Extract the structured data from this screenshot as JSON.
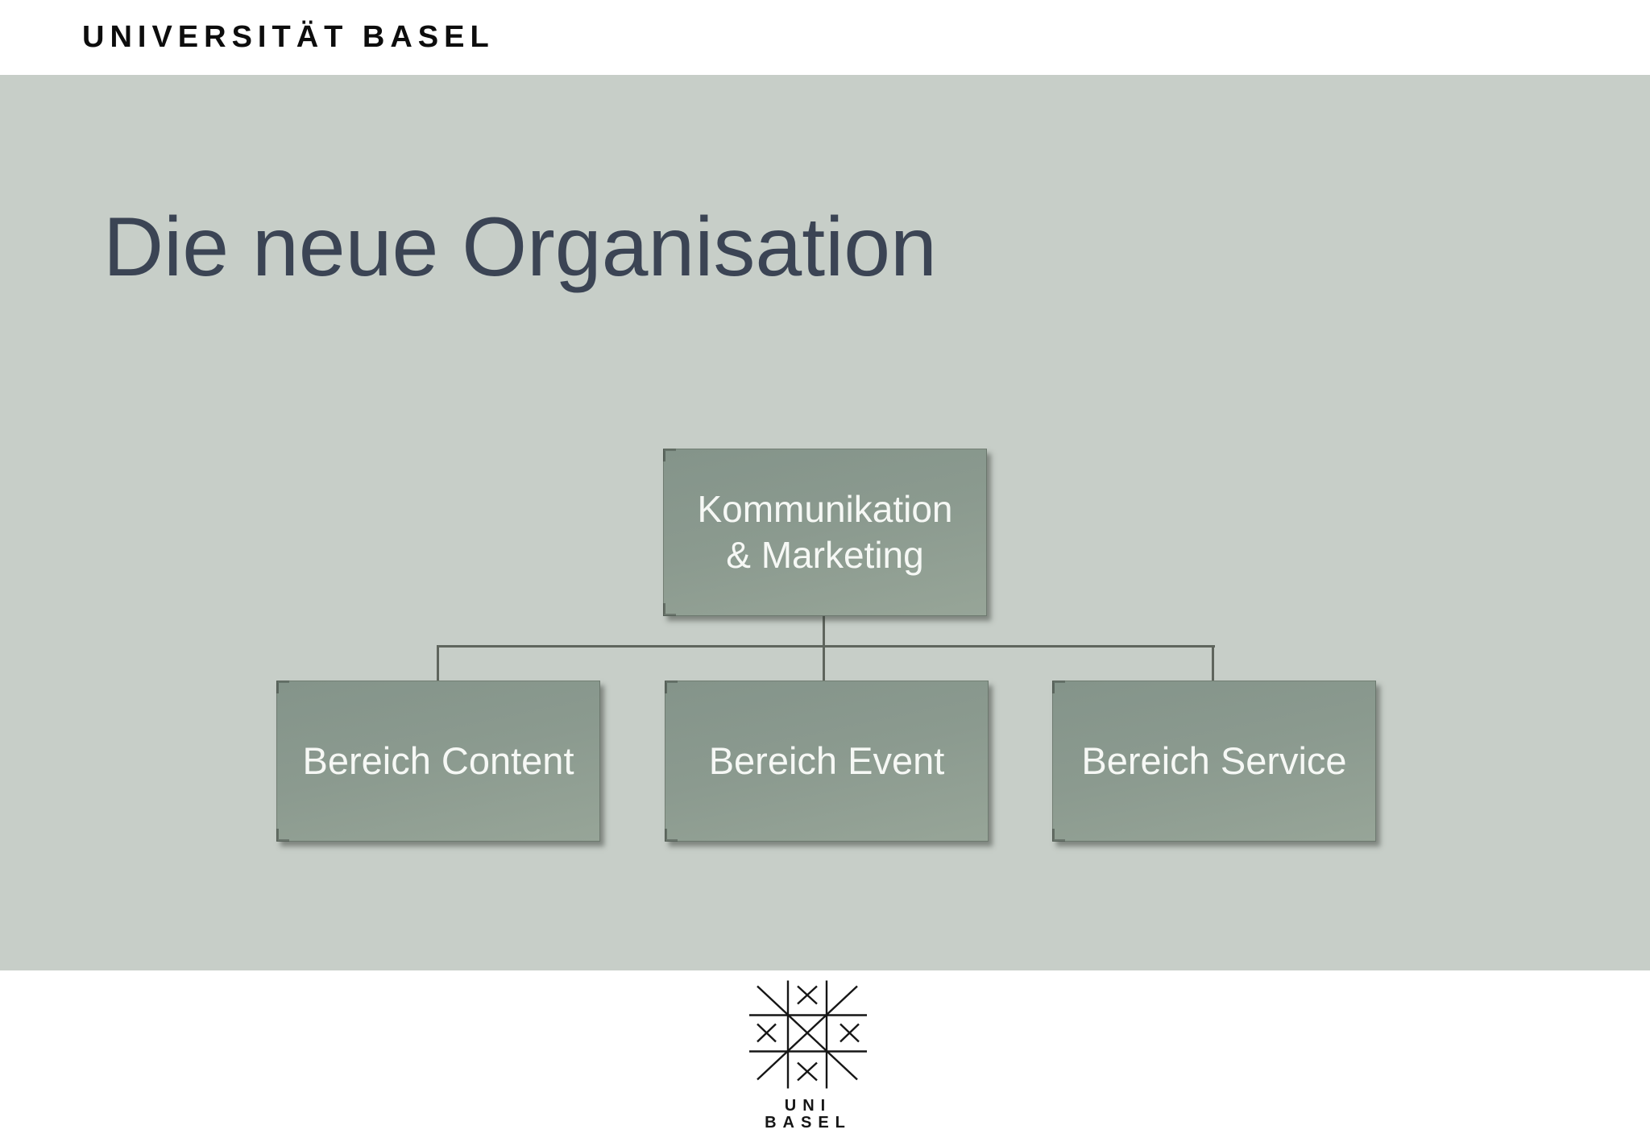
{
  "header": {
    "brand": "UNIVERSITÄT BASEL"
  },
  "slide": {
    "title": "Die neue Organisation",
    "org_chart": {
      "root": {
        "lines": [
          "Kommunikation",
          "& Marketing"
        ]
      },
      "children": [
        {
          "label": "Bereich Content"
        },
        {
          "label": "Bereich Event"
        },
        {
          "label": "Bereich Service"
        }
      ]
    }
  },
  "footer": {
    "logo": {
      "icon": "uni-basel-star-icon",
      "lines": [
        "UNI",
        "BASEL"
      ]
    }
  },
  "colors": {
    "band_background": "#ffffff",
    "slide_background": "#c7cec8",
    "brand_text": "#0d0d0d",
    "title_text": "#3b4454",
    "node_fill_top": "#84948a",
    "node_fill_bottom": "#97a598",
    "node_text": "#f6f8f5",
    "connector": "#5f655d",
    "logo": "#161616"
  }
}
